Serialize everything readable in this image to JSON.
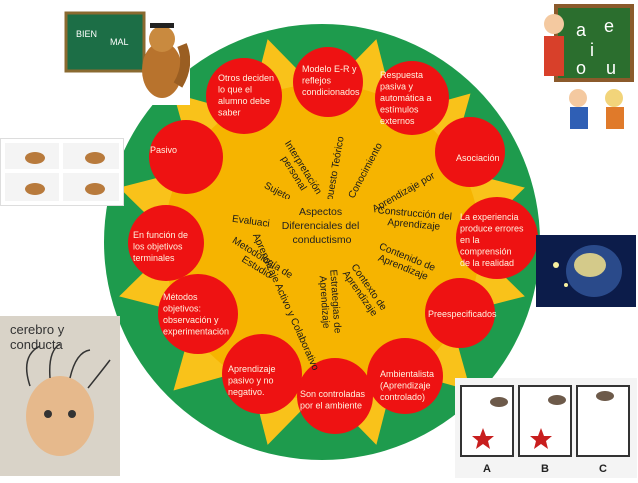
{
  "center": {
    "lines": [
      "Aspectos",
      "Diferenciales del",
      "conductismo"
    ]
  },
  "aspects": [
    {
      "id": "supuesto-teorico",
      "label": "Supuesto Teórico"
    },
    {
      "id": "conocimiento",
      "label": "Conocimiento"
    },
    {
      "id": "aprendizaje-por",
      "label": "Aprendizaje por"
    },
    {
      "id": "construccion-aprendizaje",
      "label": "Construcción del Aprendizaje"
    },
    {
      "id": "contenido-aprendizaje",
      "label": "Contenido de Aprendizaje"
    },
    {
      "id": "contexto-aprendizaje",
      "label": "Contexto de Aprendizaje"
    },
    {
      "id": "estrategias-aprendizaje",
      "label": "Estrategias de Aprendizaje"
    },
    {
      "id": "aprendizaje-activo",
      "label": "Aprendizaje Activo y Colaborativo"
    },
    {
      "id": "metodologia-estudio",
      "label": "Metodología de Estudio"
    },
    {
      "id": "evaluacion",
      "label": "Evaluación"
    },
    {
      "id": "sujeto",
      "label": "Sujeto"
    },
    {
      "id": "interpretacion-personal",
      "label": "Interpretación personal"
    }
  ],
  "characteristics": [
    {
      "id": "modelo-er",
      "lines": [
        "Modelo E-R y",
        "reflejos",
        "condicionados"
      ]
    },
    {
      "id": "respuesta-pasiva",
      "lines": [
        "Respuesta",
        "pasiva        y",
        "automática      a",
        "estímulos",
        "externos"
      ]
    },
    {
      "id": "asociacion",
      "lines": [
        "Asociación"
      ]
    },
    {
      "id": "experiencia",
      "lines": [
        "La experiencia",
        "produce errores",
        "en la",
        "comprensión",
        "de la realidad"
      ]
    },
    {
      "id": "preespecificados",
      "lines": [
        "Preespecificados"
      ]
    },
    {
      "id": "ambientalista",
      "lines": [
        "Ambientalista",
        "(Aprendizaje",
        "controlado)"
      ]
    },
    {
      "id": "controladas",
      "lines": [
        "Son controladas",
        "por el ambiente"
      ]
    },
    {
      "id": "aprendizaje-pasivo",
      "lines": [
        "Aprendizaje",
        "pasivo y no",
        "negativo."
      ]
    },
    {
      "id": "metodos-objetivos",
      "lines": [
        "Métodos",
        "objetivos:",
        "observación y",
        "experimentación"
      ]
    },
    {
      "id": "objetivos-terminales",
      "lines": [
        "En función de",
        "los  objetivos",
        "terminales"
      ]
    },
    {
      "id": "pasivo",
      "lines": [
        "Pasivo"
      ]
    },
    {
      "id": "otros-deciden",
      "lines": [
        "Otros deciden",
        "lo que el",
        "alumno debe",
        "saber"
      ]
    }
  ],
  "illustrations": {
    "cartoon_board": [
      "BIEN",
      "MAL"
    ],
    "brain_child_caption": "cerebro y conducta",
    "maze_labels": [
      "A",
      "B",
      "C"
    ],
    "letters_board": [
      "a",
      "e",
      "i",
      "o",
      "u"
    ]
  },
  "colors": {
    "green_ring": "#1e9b4d",
    "inner_orange": "#f6b400",
    "triangle_yellow": "#f9c21a",
    "circle_red": "#ee1212"
  }
}
